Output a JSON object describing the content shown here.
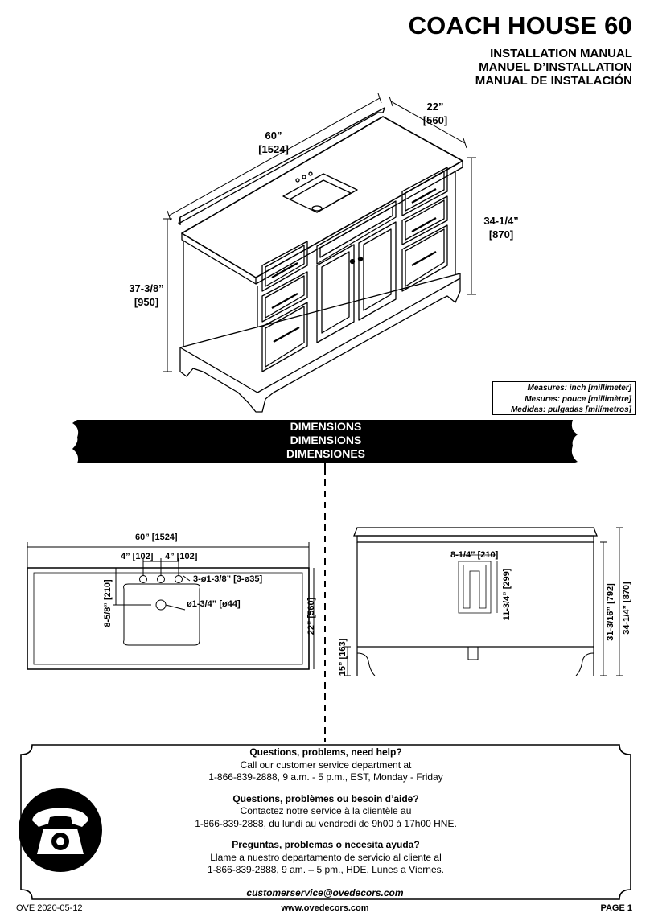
{
  "header": {
    "title": "COACH HOUSE 60",
    "subtitles": [
      "INSTALLATION MANUAL",
      "MANUEL D’INSTALLATION",
      "MANUAL DE INSTALACIÓN"
    ]
  },
  "isometric_dims": {
    "width": [
      "60”",
      "[1524]"
    ],
    "depth": [
      "22”",
      "[560]"
    ],
    "height_total": [
      "37-3/8”",
      "[950]"
    ],
    "height_counter": [
      "34-1/4”",
      "[870]"
    ]
  },
  "measures_note": [
    "Measures: inch [millimeter]",
    "Mesures: pouce [millimètre]",
    "Medidas: pulgadas [milímetros]"
  ],
  "section_banner": [
    "DIMENSIONS",
    "DIMENSIONS",
    "DIMENSIONES"
  ],
  "top_view": {
    "width": "60” [1524]",
    "spacing_left": "4” [102]",
    "spacing_right": "4” [102]",
    "holes": "3-ø1-3/8” [3-ø35]",
    "drain": "ø1-3/4” [ø44]",
    "depth": "22” [560]",
    "offset": "8-5/8” [210]"
  },
  "front_view": {
    "plumbing_width": "8-1/4” [210]",
    "plumbing_height": "11-3/4” [299]",
    "body_height": "31-3/16” [792]",
    "counter_height": "34-1/4” [870]",
    "toe_height": "15” [163]"
  },
  "contact": {
    "en_title": "Questions, problems, need help?",
    "en_line1": "Call our customer service department at",
    "en_line2": "1-866-839-2888, 9 a.m. - 5 p.m., EST, Monday - Friday",
    "fr_title": "Questions, problèmes ou besoin d’aide?",
    "fr_line1": "Contactez notre service à la clientèle au",
    "fr_line2": "1-866-839-2888, du lundi au vendredi de 9h00 à 17h00 HNE.",
    "es_title": "Preguntas, problemas o necesita ayuda?",
    "es_line1": "Llame a nuestro departamento de servicio al cliente al",
    "es_line2": "1-866-839-2888, 9 am. – 5 pm., HDE, Lunes a Viernes.",
    "email": "customerservice@ovedecors.com"
  },
  "footer": {
    "left": "OVE 2020-05-12",
    "center": "www.ovedecors.com",
    "right": "PAGE 1"
  }
}
